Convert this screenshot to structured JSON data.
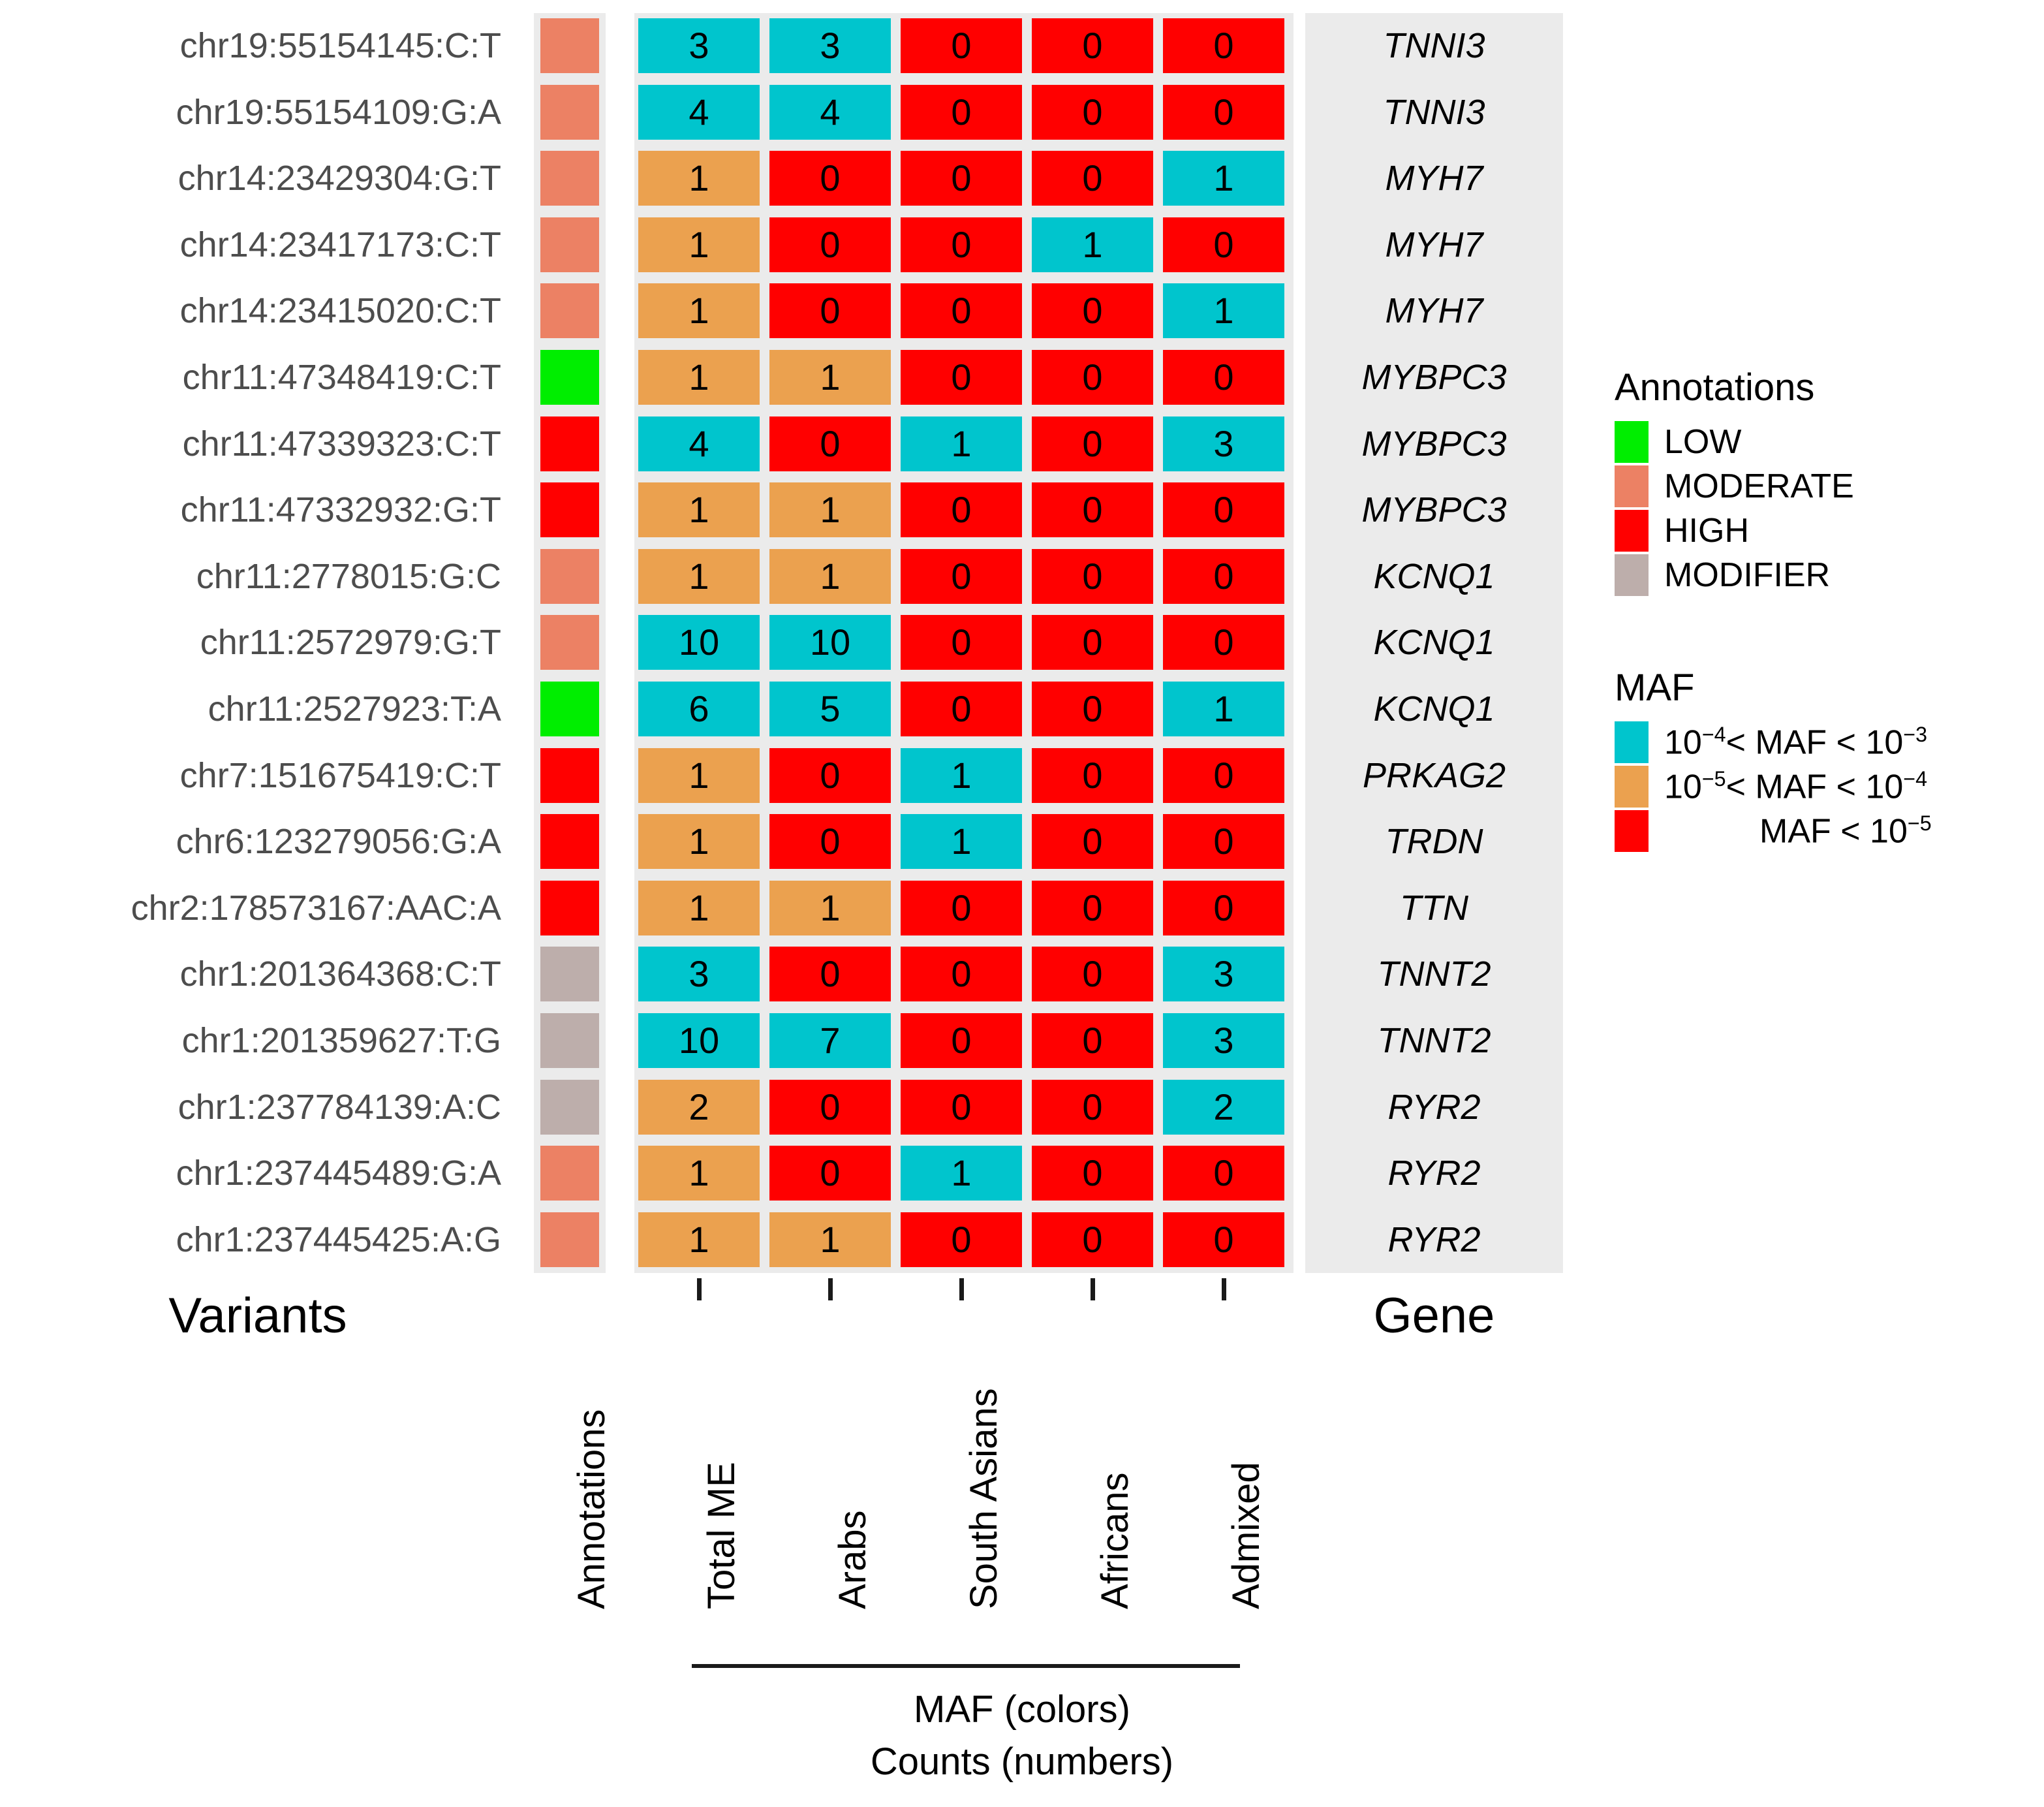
{
  "axis_titles": {
    "variants": "Variants",
    "gene": "Gene"
  },
  "column_labels": [
    "Annotations",
    "Total ME",
    "Arabs",
    "South Asians",
    "Africans",
    "Admixed"
  ],
  "caption": {
    "line1": "MAF (colors)",
    "line2": "Counts (numbers)"
  },
  "legends": {
    "annotations": {
      "title": "Annotations",
      "items": [
        {
          "label": "LOW",
          "color": "#00EE00"
        },
        {
          "label": "MODERATE",
          "color": "#EC8164"
        },
        {
          "label": "HIGH",
          "color": "#FF0000"
        },
        {
          "label": "MODIFIER",
          "color": "#BDAEAB"
        }
      ]
    },
    "maf": {
      "title": "MAF",
      "items": [
        {
          "label": "10−4< MAF < 10−3",
          "html": "10<sup>−4</sup>< MAF < 10<sup>−3</sup>",
          "color": "#00C5CD"
        },
        {
          "label": "10−5< MAF < 10−4",
          "html": "10<sup>−5</sup>< MAF < 10<sup>−4</sup>",
          "color": "#EBA14F"
        },
        {
          "label": "MAF < 10−5",
          "html": "MAF < 10<sup>−5</sup>",
          "color": "#FF0000"
        }
      ]
    }
  },
  "colors": {
    "panel_background": "#EBEBEB",
    "low": "#00EE00",
    "moderate": "#EC8164",
    "high": "#FF0000",
    "modifier": "#BDAEAB",
    "maf_cyan": "#00C5CD",
    "maf_orange": "#EBA14F",
    "maf_red": "#FF0000",
    "label_text": "#4D4D4D"
  },
  "chart_data": {
    "type": "heatmap",
    "title": "",
    "xlabel": "MAF (colors) / Counts (numbers)",
    "ylabel": "Variants",
    "categories": [
      "Total ME",
      "Arabs",
      "South Asians",
      "Africans",
      "Admixed"
    ],
    "annotation_categories": [
      "LOW",
      "MODERATE",
      "HIGH",
      "MODIFIER"
    ],
    "maf_bins": [
      "10^-4 < MAF < 10^-3",
      "10^-5 < MAF < 10^-4",
      "MAF < 10^-5"
    ],
    "rows": [
      {
        "variant": "chr19:55154145:C:T",
        "gene": "TNNI3",
        "annotation": "MODERATE",
        "counts": [
          3,
          3,
          0,
          0,
          0
        ],
        "maf": [
          "cyan",
          "cyan",
          "red",
          "red",
          "red"
        ]
      },
      {
        "variant": "chr19:55154109:G:A",
        "gene": "TNNI3",
        "annotation": "MODERATE",
        "counts": [
          4,
          4,
          0,
          0,
          0
        ],
        "maf": [
          "cyan",
          "cyan",
          "red",
          "red",
          "red"
        ]
      },
      {
        "variant": "chr14:23429304:G:T",
        "gene": "MYH7",
        "annotation": "MODERATE",
        "counts": [
          1,
          0,
          0,
          0,
          1
        ],
        "maf": [
          "orange",
          "red",
          "red",
          "red",
          "cyan"
        ]
      },
      {
        "variant": "chr14:23417173:C:T",
        "gene": "MYH7",
        "annotation": "MODERATE",
        "counts": [
          1,
          0,
          0,
          1,
          0
        ],
        "maf": [
          "orange",
          "red",
          "red",
          "cyan",
          "red"
        ]
      },
      {
        "variant": "chr14:23415020:C:T",
        "gene": "MYH7",
        "annotation": "MODERATE",
        "counts": [
          1,
          0,
          0,
          0,
          1
        ],
        "maf": [
          "orange",
          "red",
          "red",
          "red",
          "cyan"
        ]
      },
      {
        "variant": "chr11:47348419:C:T",
        "gene": "MYBPC3",
        "annotation": "LOW",
        "counts": [
          1,
          1,
          0,
          0,
          0
        ],
        "maf": [
          "orange",
          "orange",
          "red",
          "red",
          "red"
        ]
      },
      {
        "variant": "chr11:47339323:C:T",
        "gene": "MYBPC3",
        "annotation": "HIGH",
        "counts": [
          4,
          0,
          1,
          0,
          3
        ],
        "maf": [
          "cyan",
          "red",
          "cyan",
          "red",
          "cyan"
        ]
      },
      {
        "variant": "chr11:47332932:G:T",
        "gene": "MYBPC3",
        "annotation": "HIGH",
        "counts": [
          1,
          1,
          0,
          0,
          0
        ],
        "maf": [
          "orange",
          "orange",
          "red",
          "red",
          "red"
        ]
      },
      {
        "variant": "chr11:2778015:G:C",
        "gene": "KCNQ1",
        "annotation": "MODERATE",
        "counts": [
          1,
          1,
          0,
          0,
          0
        ],
        "maf": [
          "orange",
          "orange",
          "red",
          "red",
          "red"
        ]
      },
      {
        "variant": "chr11:2572979:G:T",
        "gene": "KCNQ1",
        "annotation": "MODERATE",
        "counts": [
          10,
          10,
          0,
          0,
          0
        ],
        "maf": [
          "cyan",
          "cyan",
          "red",
          "red",
          "red"
        ]
      },
      {
        "variant": "chr11:2527923:T:A",
        "gene": "KCNQ1",
        "annotation": "LOW",
        "counts": [
          6,
          5,
          0,
          0,
          1
        ],
        "maf": [
          "cyan",
          "cyan",
          "red",
          "red",
          "cyan"
        ]
      },
      {
        "variant": "chr7:151675419:C:T",
        "gene": "PRKAG2",
        "annotation": "HIGH",
        "counts": [
          1,
          0,
          1,
          0,
          0
        ],
        "maf": [
          "orange",
          "red",
          "cyan",
          "red",
          "red"
        ]
      },
      {
        "variant": "chr6:123279056:G:A",
        "gene": "TRDN",
        "annotation": "HIGH",
        "counts": [
          1,
          0,
          1,
          0,
          0
        ],
        "maf": [
          "orange",
          "red",
          "cyan",
          "red",
          "red"
        ]
      },
      {
        "variant": "chr2:178573167:AAC:A",
        "gene": "TTN",
        "annotation": "HIGH",
        "counts": [
          1,
          1,
          0,
          0,
          0
        ],
        "maf": [
          "orange",
          "orange",
          "red",
          "red",
          "red"
        ]
      },
      {
        "variant": "chr1:201364368:C:T",
        "gene": "TNNT2",
        "annotation": "MODIFIER",
        "counts": [
          3,
          0,
          0,
          0,
          3
        ],
        "maf": [
          "cyan",
          "red",
          "red",
          "red",
          "cyan"
        ]
      },
      {
        "variant": "chr1:201359627:T:G",
        "gene": "TNNT2",
        "annotation": "MODIFIER",
        "counts": [
          10,
          7,
          0,
          0,
          3
        ],
        "maf": [
          "cyan",
          "cyan",
          "red",
          "red",
          "cyan"
        ]
      },
      {
        "variant": "chr1:237784139:A:C",
        "gene": "RYR2",
        "annotation": "MODIFIER",
        "counts": [
          2,
          0,
          0,
          0,
          2
        ],
        "maf": [
          "orange",
          "red",
          "red",
          "red",
          "cyan"
        ]
      },
      {
        "variant": "chr1:237445489:G:A",
        "gene": "RYR2",
        "annotation": "MODERATE",
        "counts": [
          1,
          0,
          1,
          0,
          0
        ],
        "maf": [
          "orange",
          "red",
          "cyan",
          "red",
          "red"
        ]
      },
      {
        "variant": "chr1:237445425:A:G",
        "gene": "RYR2",
        "annotation": "MODERATE",
        "counts": [
          1,
          1,
          0,
          0,
          0
        ],
        "maf": [
          "orange",
          "orange",
          "red",
          "red",
          "red"
        ]
      }
    ]
  }
}
